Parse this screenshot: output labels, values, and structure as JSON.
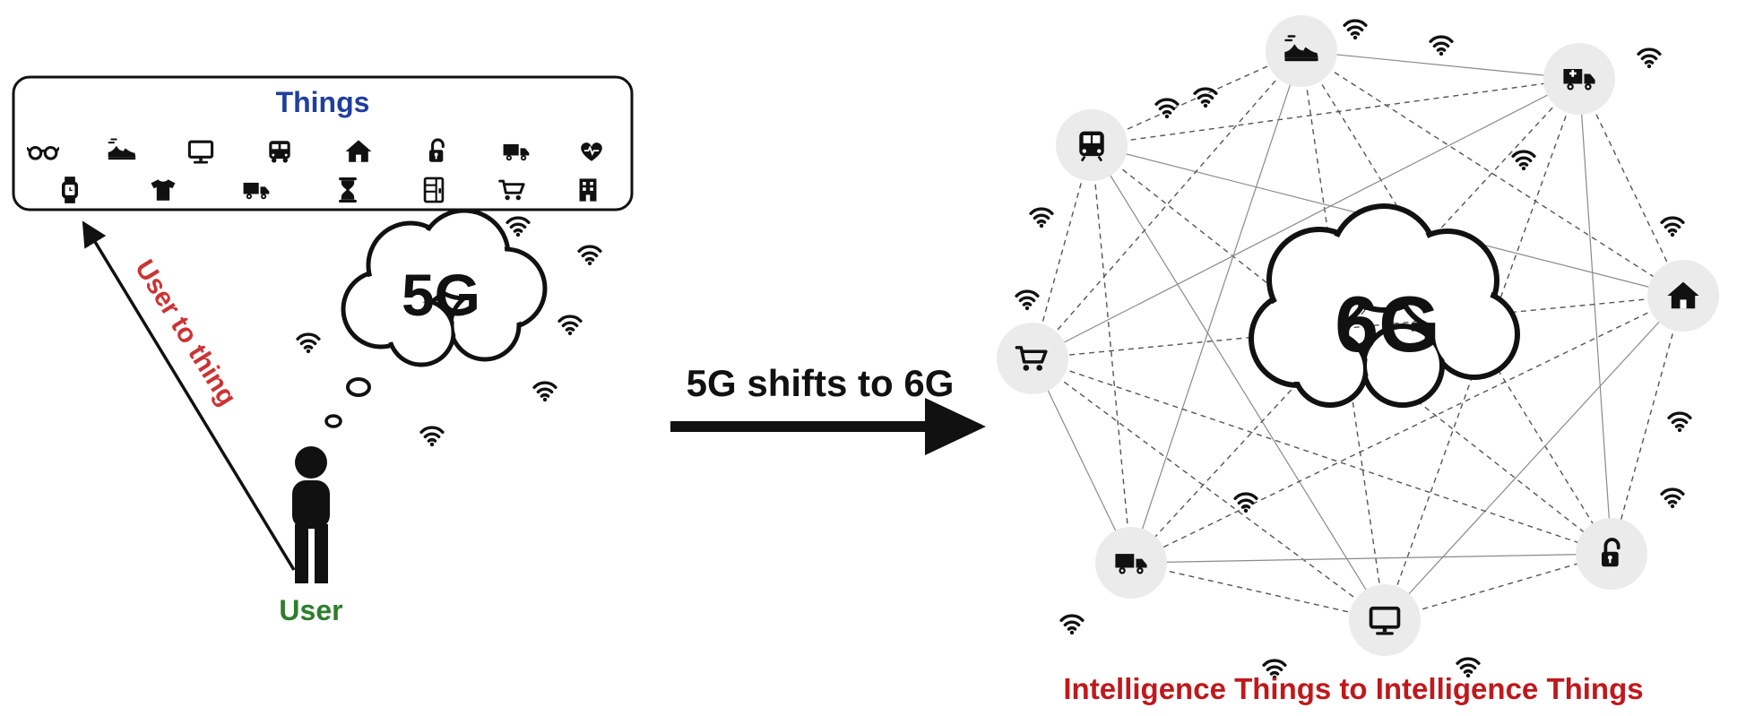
{
  "figure": {
    "left": {
      "things_title": "Things",
      "cloud_label": "5G",
      "arrow_label": "User to thing",
      "user_label": "User",
      "icons_row1": [
        "glasses-icon",
        "sneaker-icon",
        "monitor-icon",
        "bus-icon",
        "house-icon",
        "padlock-icon",
        "truck-icon",
        "heart-pulse-icon"
      ],
      "icons_row2": [
        "smartwatch-icon",
        "tshirt-icon",
        "truck-icon",
        "hourglass-icon",
        "vending-machine-icon",
        "shopping-cart-icon",
        "building-icon"
      ]
    },
    "transition": {
      "label": "5G shifts to 6G"
    },
    "right": {
      "cloud_label": "6G",
      "caption": "Intelligence Things to Intelligence Things",
      "node_icons": [
        "train-icon",
        "sneaker-icon",
        "ambulance-icon",
        "house-icon",
        "shopping-cart-icon",
        "truck-icon",
        "monitor-icon",
        "padlock-icon"
      ]
    },
    "colors": {
      "things_title": "#1f3f9e",
      "arrow_label": "#cc3333",
      "user_label": "#2e7d2e",
      "caption": "#c0181c",
      "ink": "#111111",
      "node_fill": "#ebebeb"
    }
  }
}
